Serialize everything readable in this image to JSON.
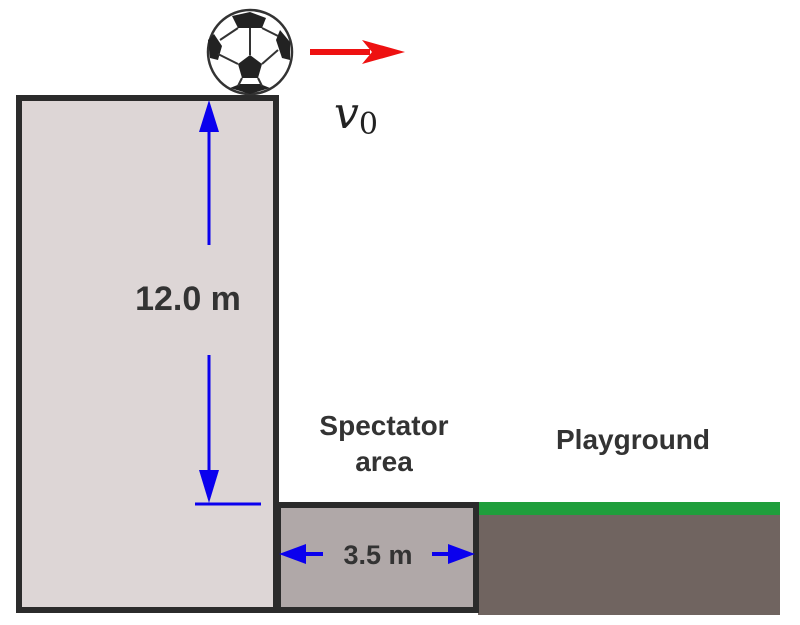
{
  "labels": {
    "height": "12.0 m",
    "width": "3.5 m",
    "spectator_line1": "Spectator",
    "spectator_line2": "area",
    "playground": "Playground",
    "velocity_symbol": "v",
    "velocity_subscript": "0"
  },
  "colors": {
    "building": "#ddd6d6",
    "spectator": "#b0a8a8",
    "playground": "#706460",
    "grass": "#1f9e3c",
    "outline": "#2b2b2b",
    "dimension": "#0a00ee",
    "velocity_arrow": "#ee1111"
  }
}
